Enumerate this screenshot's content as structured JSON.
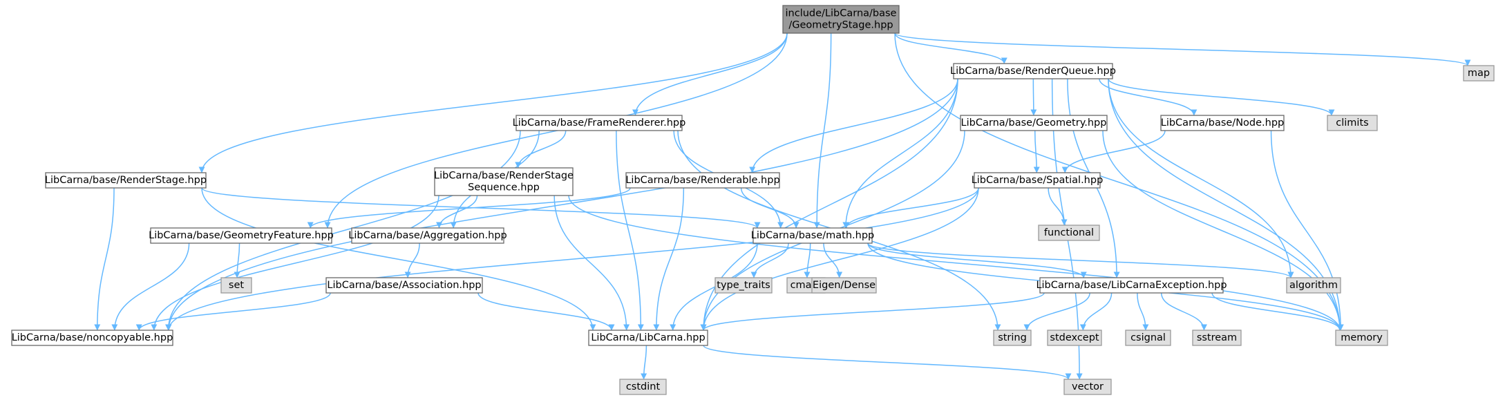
{
  "nodes": {
    "root": {
      "lines": [
        "include/LibCarna/base",
        "/GeometryStage.hpp"
      ],
      "style": "root"
    },
    "renderqueue": {
      "lines": [
        "LibCarna/base/RenderQueue.hpp"
      ],
      "style": "white"
    },
    "map": {
      "lines": [
        "map"
      ],
      "style": "gray"
    },
    "climits": {
      "lines": [
        "climits"
      ],
      "style": "gray"
    },
    "framerenderer": {
      "lines": [
        "LibCarna/base/FrameRenderer.hpp"
      ],
      "style": "white"
    },
    "geometry": {
      "lines": [
        "LibCarna/base/Geometry.hpp"
      ],
      "style": "white"
    },
    "node": {
      "lines": [
        "LibCarna/base/Node.hpp"
      ],
      "style": "white"
    },
    "renderstage": {
      "lines": [
        "LibCarna/base/RenderStage.hpp"
      ],
      "style": "white"
    },
    "renderstageseq": {
      "lines": [
        "LibCarna/base/RenderStage",
        "Sequence.hpp"
      ],
      "style": "white"
    },
    "renderable": {
      "lines": [
        "LibCarna/base/Renderable.hpp"
      ],
      "style": "white"
    },
    "spatial": {
      "lines": [
        "LibCarna/base/Spatial.hpp"
      ],
      "style": "white"
    },
    "functional": {
      "lines": [
        "functional"
      ],
      "style": "gray"
    },
    "geometryfeature": {
      "lines": [
        "LibCarna/base/GeometryFeature.hpp"
      ],
      "style": "white"
    },
    "aggregation": {
      "lines": [
        "LibCarna/base/Aggregation.hpp"
      ],
      "style": "white"
    },
    "math": {
      "lines": [
        "LibCarna/base/math.hpp"
      ],
      "style": "white"
    },
    "set": {
      "lines": [
        "set"
      ],
      "style": "gray"
    },
    "association": {
      "lines": [
        "LibCarna/base/Association.hpp"
      ],
      "style": "white"
    },
    "typetraits": {
      "lines": [
        "type_traits"
      ],
      "style": "gray"
    },
    "cmath": {
      "lines": [
        "cmath"
      ],
      "style": "gray"
    },
    "eigen": {
      "lines": [
        "Eigen/Dense"
      ],
      "style": "gray"
    },
    "exception": {
      "lines": [
        "LibCarna/base/LibCarnaException.hpp"
      ],
      "style": "white"
    },
    "algorithm": {
      "lines": [
        "algorithm"
      ],
      "style": "gray"
    },
    "noncopyable": {
      "lines": [
        "LibCarna/base/noncopyable.hpp"
      ],
      "style": "white"
    },
    "libcarna": {
      "lines": [
        "LibCarna/LibCarna.hpp"
      ],
      "style": "white"
    },
    "string": {
      "lines": [
        "string"
      ],
      "style": "gray"
    },
    "stdexcept": {
      "lines": [
        "stdexcept"
      ],
      "style": "gray"
    },
    "csignal": {
      "lines": [
        "csignal"
      ],
      "style": "gray"
    },
    "sstream": {
      "lines": [
        "sstream"
      ],
      "style": "gray"
    },
    "memory": {
      "lines": [
        "memory"
      ],
      "style": "gray"
    },
    "cstdint": {
      "lines": [
        "cstdint"
      ],
      "style": "gray"
    },
    "vector": {
      "lines": [
        "vector"
      ],
      "style": "gray"
    }
  },
  "edges": [
    [
      "root",
      "renderqueue"
    ],
    [
      "root",
      "map"
    ],
    [
      "root",
      "memory"
    ],
    [
      "root",
      "framerenderer"
    ],
    [
      "root",
      "renderstage"
    ],
    [
      "root",
      "geometryfeature"
    ],
    [
      "root",
      "math"
    ],
    [
      "renderqueue",
      "climits"
    ],
    [
      "renderqueue",
      "algorithm"
    ],
    [
      "renderqueue",
      "memory"
    ],
    [
      "renderqueue",
      "vector"
    ],
    [
      "renderqueue",
      "geometry"
    ],
    [
      "renderqueue",
      "node"
    ],
    [
      "renderqueue",
      "renderable"
    ],
    [
      "renderqueue",
      "math"
    ],
    [
      "renderqueue",
      "exception"
    ],
    [
      "renderqueue",
      "libcarna"
    ],
    [
      "renderqueue",
      "noncopyable"
    ],
    [
      "framerenderer",
      "renderstageseq"
    ],
    [
      "framerenderer",
      "aggregation"
    ],
    [
      "framerenderer",
      "math"
    ],
    [
      "framerenderer",
      "libcarna"
    ],
    [
      "framerenderer",
      "noncopyable"
    ],
    [
      "framerenderer",
      "string"
    ],
    [
      "geometry",
      "spatial"
    ],
    [
      "geometry",
      "libcarna"
    ],
    [
      "geometry",
      "memory"
    ],
    [
      "node",
      "spatial"
    ],
    [
      "node",
      "memory"
    ],
    [
      "renderstage",
      "math"
    ],
    [
      "renderstage",
      "noncopyable"
    ],
    [
      "renderstage",
      "libcarna"
    ],
    [
      "renderstageseq",
      "aggregation"
    ],
    [
      "renderstageseq",
      "noncopyable"
    ],
    [
      "renderstageseq",
      "libcarna"
    ],
    [
      "renderstageseq",
      "memory"
    ],
    [
      "renderable",
      "geometryfeature"
    ],
    [
      "renderable",
      "math"
    ],
    [
      "renderable",
      "libcarna"
    ],
    [
      "spatial",
      "functional"
    ],
    [
      "spatial",
      "math"
    ],
    [
      "spatial",
      "noncopyable"
    ],
    [
      "spatial",
      "libcarna"
    ],
    [
      "geometryfeature",
      "set"
    ],
    [
      "geometryfeature",
      "noncopyable"
    ],
    [
      "aggregation",
      "association"
    ],
    [
      "association",
      "noncopyable"
    ],
    [
      "association",
      "libcarna"
    ],
    [
      "math",
      "typetraits"
    ],
    [
      "math",
      "cmath"
    ],
    [
      "math",
      "eigen"
    ],
    [
      "math",
      "exception"
    ],
    [
      "math",
      "algorithm"
    ],
    [
      "math",
      "memory"
    ],
    [
      "math",
      "libcarna"
    ],
    [
      "exception",
      "string"
    ],
    [
      "exception",
      "stdexcept"
    ],
    [
      "exception",
      "csignal"
    ],
    [
      "exception",
      "sstream"
    ],
    [
      "exception",
      "memory"
    ],
    [
      "exception",
      "libcarna"
    ],
    [
      "libcarna",
      "cstdint"
    ],
    [
      "libcarna",
      "vector"
    ]
  ]
}
